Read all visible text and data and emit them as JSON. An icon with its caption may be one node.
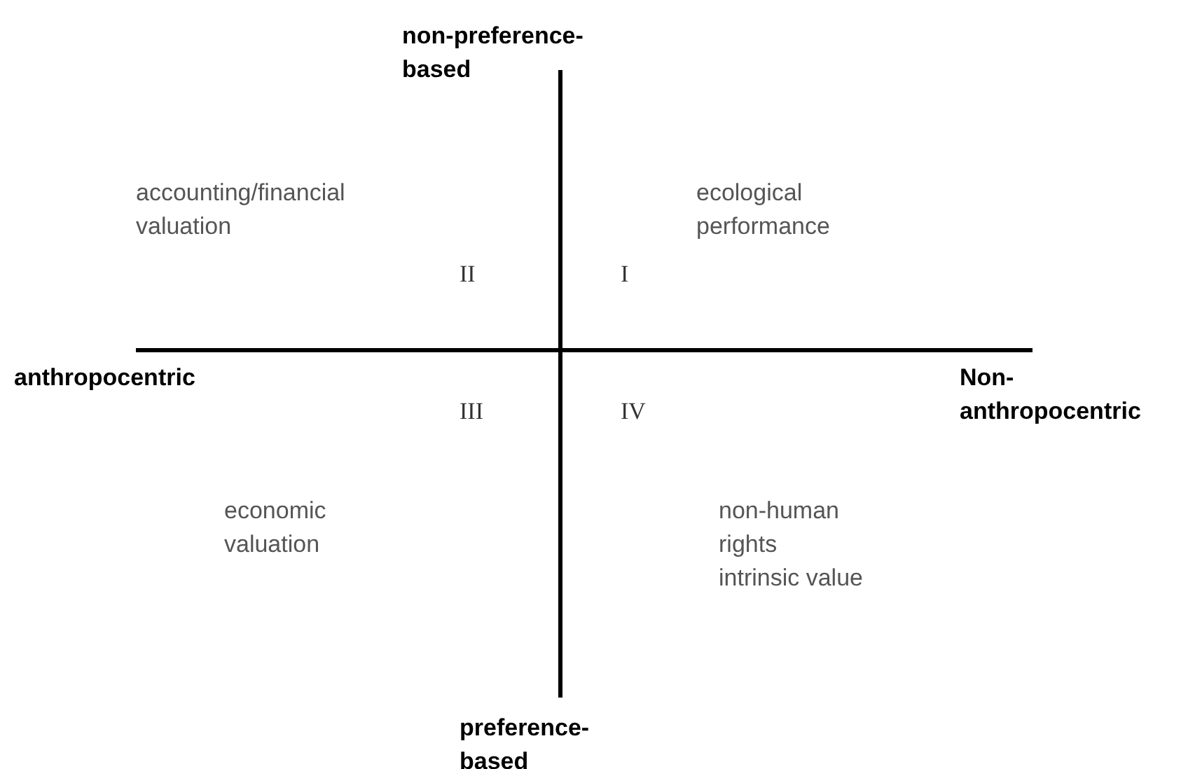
{
  "diagram": {
    "labels": [
      "non-preference-based",
      "accounting/financial valuation",
      "ecological performance",
      "II",
      "I",
      "anthropocentric",
      "Non-anthropocentric",
      "III",
      "IV",
      "economic valuation",
      "non-human rights",
      "intrinsic value",
      "preference-based"
    ]
  }
}
